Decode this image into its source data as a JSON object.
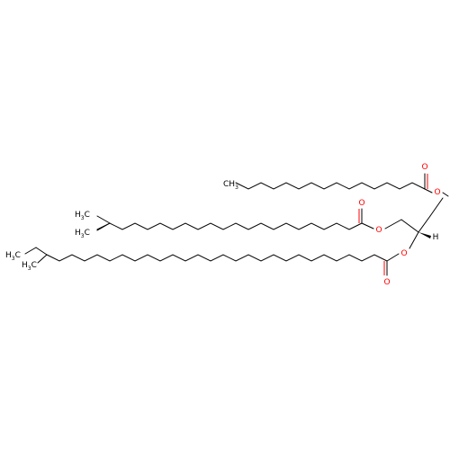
{
  "colors": {
    "background": "#ffffff",
    "bond": "#000000",
    "oxygen": "#ff0000"
  },
  "atom_labels": {
    "oxygen": "O",
    "hydrogen": "H",
    "methyl_c": "H",
    "methyl_sub": "3",
    "methyl_tail": "C",
    "ch3_head": "CH",
    "ch3_sub": "3"
  }
}
